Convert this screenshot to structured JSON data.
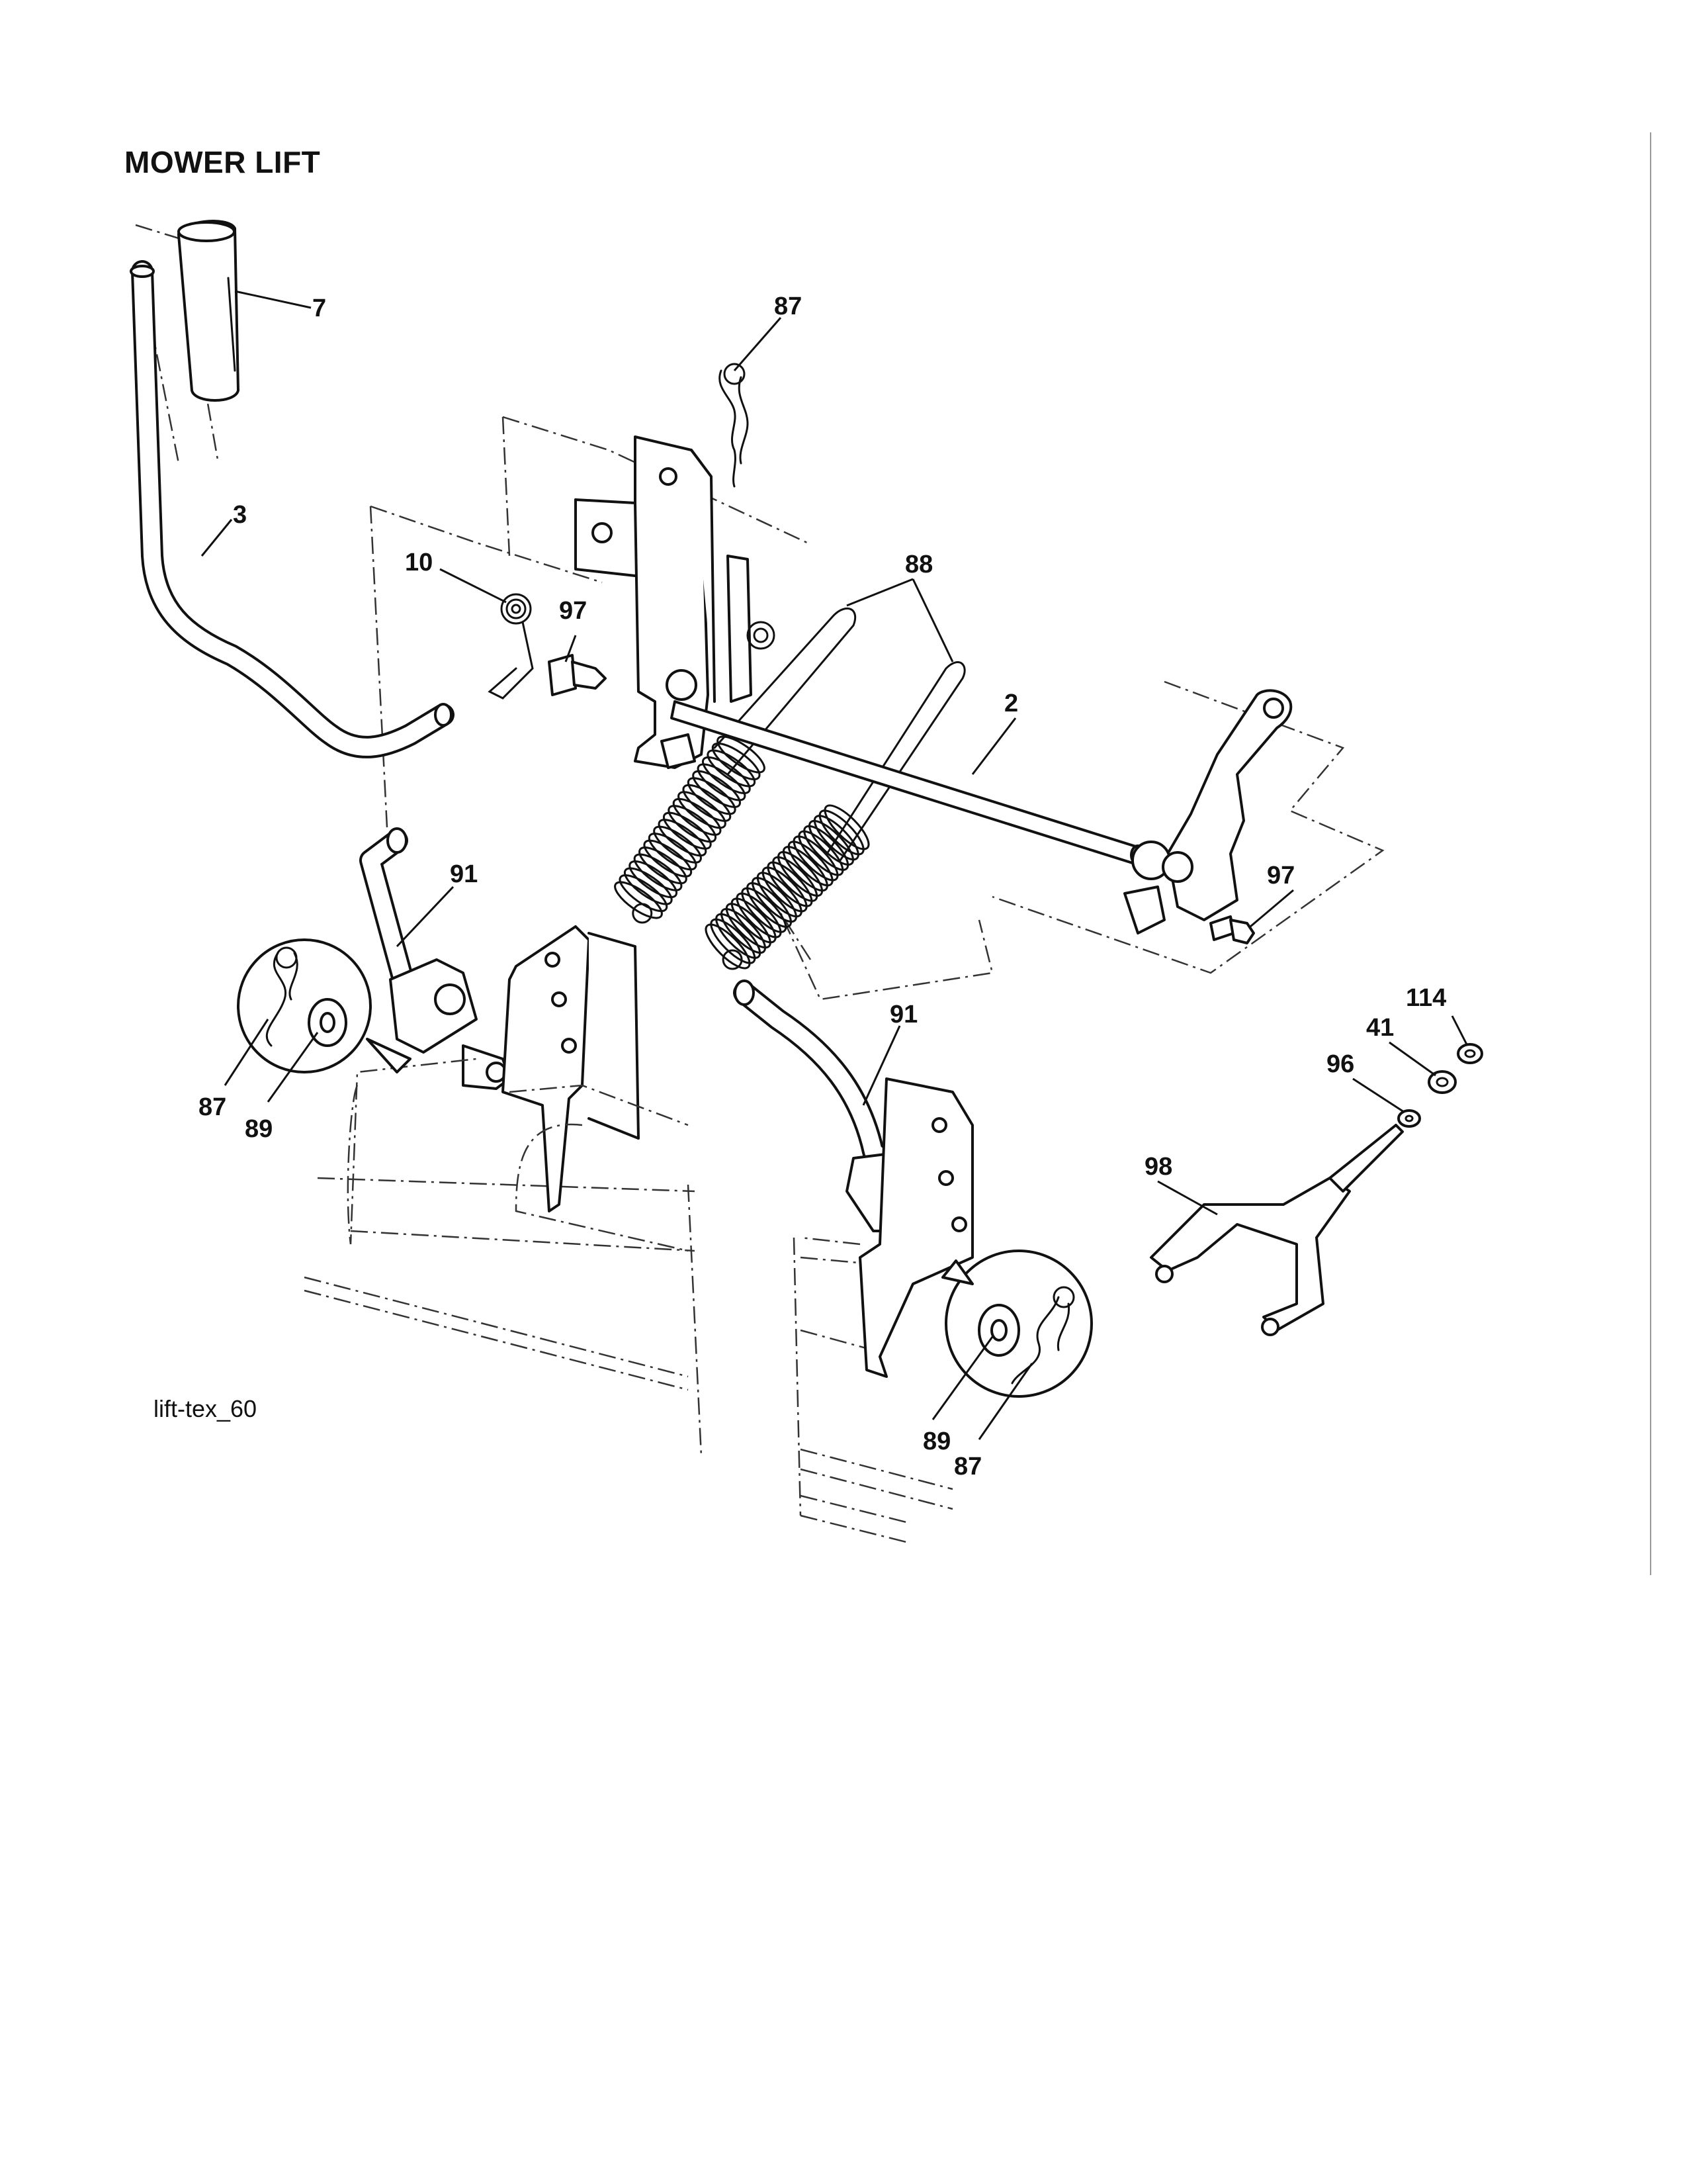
{
  "title": "MOWER LIFT",
  "drawing_id": "lift-tex_60",
  "callouts": {
    "c7": "7",
    "c87_top": "87",
    "c3": "3",
    "c10": "10",
    "c97_left": "97",
    "c88": "88",
    "c2": "2",
    "c91_left": "91",
    "c97_right": "97",
    "c87_left": "87",
    "c89_left": "89",
    "c91_right": "91",
    "c114": "114",
    "c41": "41",
    "c96": "96",
    "c98": "98",
    "c89_right": "89",
    "c87_right": "87"
  }
}
